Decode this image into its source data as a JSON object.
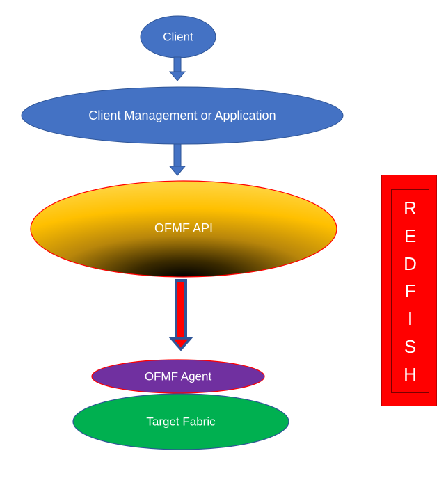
{
  "nodes": {
    "client": "Client",
    "client_management": "Client Management or Application",
    "ofmf_api": "OFMF API",
    "ofmf_agent": "OFMF Agent",
    "target_fabric": "Target Fabric"
  },
  "redfish": {
    "letters": [
      "R",
      "E",
      "D",
      "F",
      "I",
      "S",
      "H"
    ]
  },
  "colors": {
    "blue": "#4472c4",
    "gold": "#ffc000",
    "red": "#ff0000",
    "purple": "#7030a0",
    "green": "#00b050"
  }
}
